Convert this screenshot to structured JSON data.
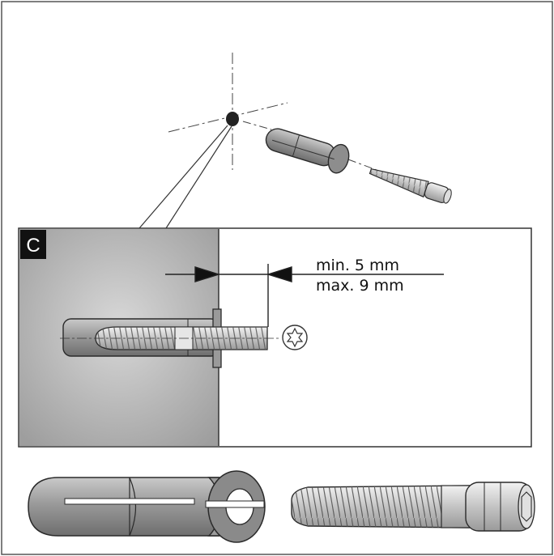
{
  "detail": {
    "panel_label": "C",
    "dimension_min": "min. 5 mm",
    "dimension_max": "max. 9 mm"
  },
  "colors": {
    "outline": "#2a2a2a",
    "wall_gray": "#bdbdbd",
    "part_gray": "#8f8f8f",
    "background": "#ffffff"
  },
  "icons": {
    "torx_drive": "torx-icon",
    "dimension_arrows": "arrow-icon"
  }
}
